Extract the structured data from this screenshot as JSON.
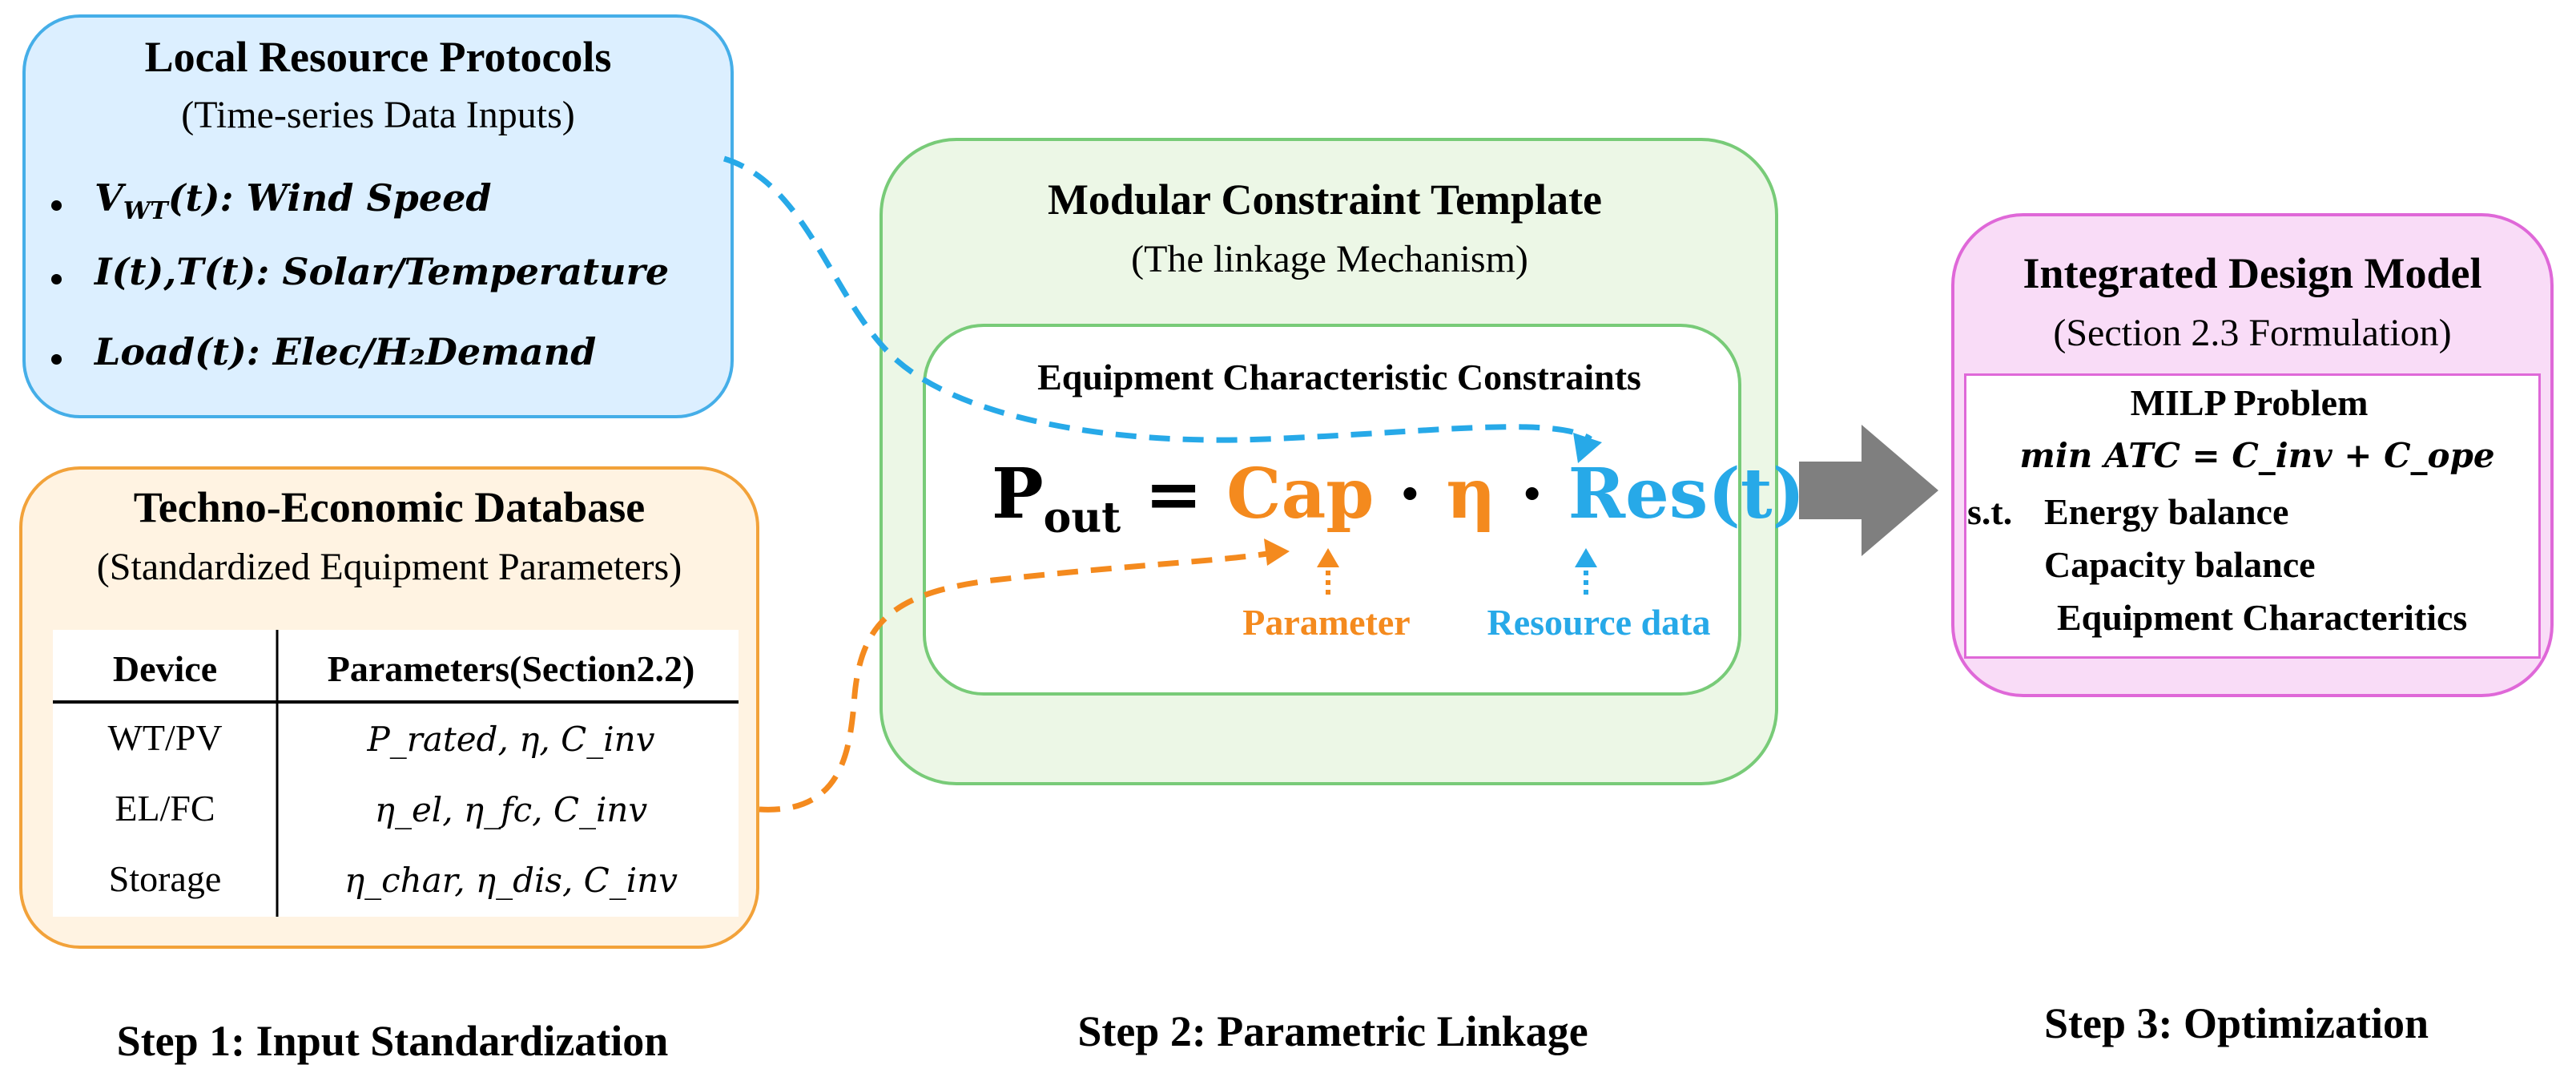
{
  "colors": {
    "blue": "#27a9e8",
    "orange": "#f48a1e",
    "green": "#78cb78",
    "magenta": "#df68d8",
    "arrow_gray": "#7f7f7f"
  },
  "local_resource": {
    "title": "Local Resource Protocols",
    "subtitle": "(Time-series Data Inputs)",
    "bullets": [
      "V_WT(t): Wind Speed",
      "I(t),T(t): Solar/Temperature",
      "Load(t): Elec/H₂Demand"
    ]
  },
  "techno_economic": {
    "title": "Techno-Economic Database",
    "subtitle": "(Standardized Equipment Parameters)",
    "table": {
      "headers": [
        "Device",
        "Parameters(Section2.2)"
      ],
      "rows": [
        [
          "WT/PV",
          "P_rated, η, C_inv"
        ],
        [
          "EL/FC",
          "η_el, η_fc, C_inv"
        ],
        [
          "Storage",
          "η_char, η_dis, C_inv"
        ]
      ]
    }
  },
  "modular": {
    "title": "Modular Constraint Template",
    "subtitle": "(The linkage Mechanism)",
    "inner_title": "Equipment Characteristic Constraints",
    "equation": "P_out = Cap · η · Res(t)",
    "label_parameter": "Parameter",
    "label_resource": "Resource data"
  },
  "integrated": {
    "title": "Integrated Design Model",
    "subtitle": "(Section 2.3 Formulation)",
    "milp_title": "MILP Problem",
    "objective": "min ATC = C_inv + C_ope",
    "st_prefix": "s.t.",
    "constraints": [
      "Energy balance",
      "Capacity balance",
      "Equipment Characteritics"
    ]
  },
  "steps": {
    "step1": "Step 1: Input Standardization",
    "step2": "Step 2: Parametric Linkage",
    "step3": "Step 3: Optimization"
  }
}
